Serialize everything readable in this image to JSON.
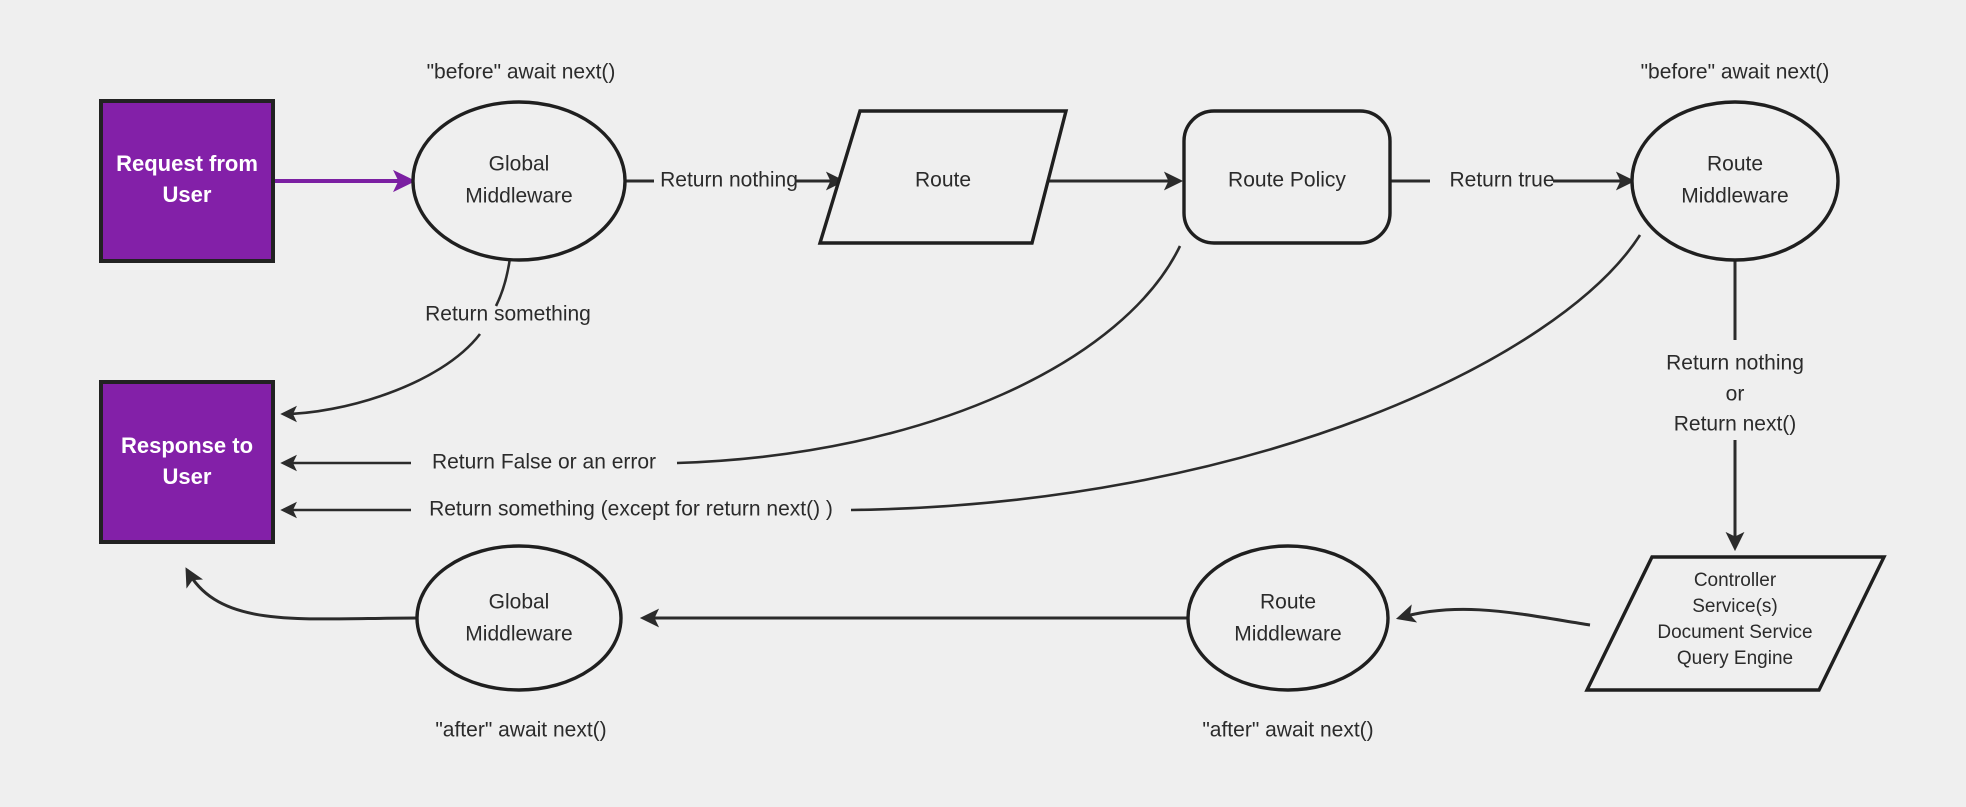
{
  "diagram": {
    "title_visible": false,
    "background_color": "#efefef",
    "accent_color": "#8320a8",
    "line_color": "#2b2b2b",
    "nodes": {
      "request_from_user": {
        "line1": "Request from",
        "line2": "User",
        "shape": "rectangle"
      },
      "response_to_user": {
        "line1": "Response to",
        "line2": "User",
        "shape": "rectangle"
      },
      "global_middleware_top": {
        "line1": "Global",
        "line2": "Middleware",
        "shape": "ellipse"
      },
      "route": {
        "line1": "Route",
        "shape": "parallelogram"
      },
      "route_policy": {
        "line1": "Route Policy",
        "shape": "rounded-rectangle"
      },
      "route_middleware_top": {
        "line1": "Route",
        "line2": "Middleware",
        "shape": "ellipse"
      },
      "handler": {
        "line1": "Controller",
        "line2": "Service(s)",
        "line3": "Document Service",
        "line4": "Query Engine",
        "shape": "parallelogram"
      },
      "route_middleware_bottom": {
        "line1": "Route",
        "line2": "Middleware",
        "shape": "ellipse"
      },
      "global_middleware_bottom": {
        "line1": "Global",
        "line2": "Middleware",
        "shape": "ellipse"
      }
    },
    "edge_labels": {
      "return_nothing": "Return nothing",
      "return_true": "Return true",
      "return_something": "Return something",
      "return_false_or_error": "Return False or an error",
      "return_something_except_next": "Return something (except for return next() )",
      "return_nothing_or_next_line1": "Return nothing",
      "return_nothing_or_next_line2": "or",
      "return_nothing_or_next_line3": "Return next()"
    },
    "annotations": {
      "before_await_next_global": "\"before\" await next()",
      "before_await_next_route": "\"before\" await next()",
      "after_await_next_global": "\"after\" await next()",
      "after_await_next_route": "\"after\" await next()"
    }
  }
}
